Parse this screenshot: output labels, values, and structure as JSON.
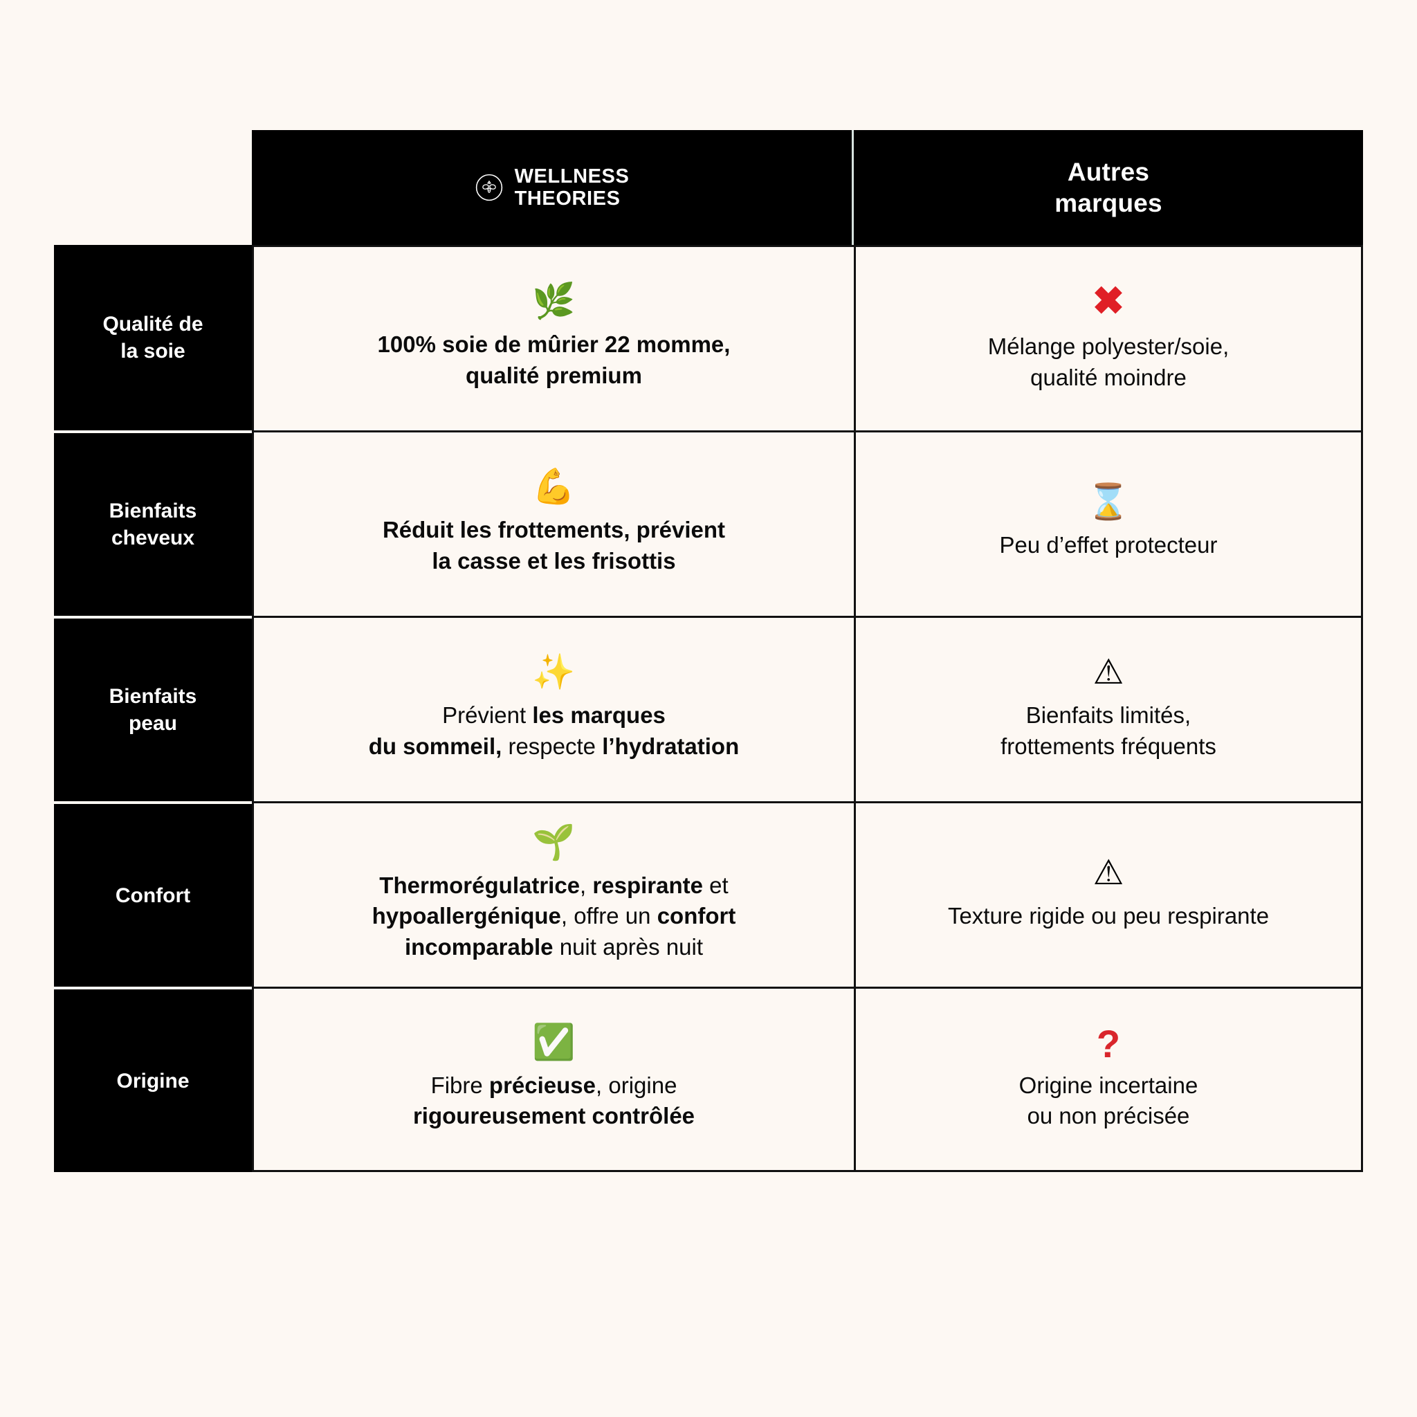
{
  "theme": {
    "background": "#fdf8f3",
    "ink": "#0b0b0b",
    "panel": "#000000",
    "panel_text": "#ffffff",
    "rule": "#111111",
    "header_divider": "#d7e2de",
    "red": "#e01f26",
    "green": "#1faa3d",
    "amber": "#f5bf18"
  },
  "header": {
    "brand": {
      "logo_icon": "bee-circle-icon",
      "name_line1": "WELLNESS",
      "name_line2": "THEORIES",
      "name": "WELLNESS\nTHEORIES"
    },
    "competitor": {
      "line1": "Autres",
      "line2": "marques",
      "label": "Autres\nmarques"
    }
  },
  "rows": [
    {
      "label": "Qualité de\nla soie",
      "label_line1": "Qualité de",
      "label_line2": "la soie",
      "brand": {
        "icon": "herb-leaf-emoji",
        "icon_glyph": "🌿",
        "text": "100% soie de mûrier 22 momme, qualité premium",
        "text_html": "100% soie de mûrier 22 momme,<br>qualité premium",
        "weight": "bold"
      },
      "other": {
        "icon": "red-cross-mark-icon",
        "icon_glyph": "✖",
        "text": "Mélange polyester/soie, qualité moindre",
        "text_html": "Mélange polyester/soie,<br>qualité moindre",
        "weight": "regular"
      }
    },
    {
      "label": "Bienfaits\ncheveux",
      "label_line1": "Bienfaits",
      "label_line2": "cheveux",
      "brand": {
        "icon": "flexed-biceps-emoji",
        "icon_glyph": "💪",
        "text": "Réduit les frottements, prévient la casse et les frisottis",
        "text_html": "Réduit les frottements, prévient<br>la casse et les frisottis",
        "weight": "bold"
      },
      "other": {
        "icon": "hourglass-emoji",
        "icon_glyph": "⌛",
        "text": "Peu d’effet protecteur",
        "text_html": "Peu d’effet protecteur",
        "weight": "regular"
      }
    },
    {
      "label": "Bienfaits\npeau",
      "label_line1": "Bienfaits",
      "label_line2": "peau",
      "brand": {
        "icon": "sparkles-emoji",
        "icon_glyph": "✨",
        "text": "Prévient les marques du sommeil, respecte l’hydratation",
        "text_html": "Prévient <b>les marques</b><br><b>du sommeil,</b> respecte <b>l’hydratation</b>",
        "weight": "mixed"
      },
      "other": {
        "icon": "warning-triangle-emoji",
        "icon_glyph": "⚠",
        "text": "Bienfaits limités, frottements fréquents",
        "text_html": "Bienfaits limités,<br>frottements fréquents",
        "weight": "regular"
      }
    },
    {
      "label": "Confort",
      "label_line1": "Confort",
      "label_line2": "",
      "brand": {
        "icon": "seedling-emoji",
        "icon_glyph": "🌱",
        "text": "Thermorégulatrice, respirante et hypoallergénique, offre un confort incomparable nuit après nuit",
        "text_html": "<b>Thermorégulatrice</b>, <b>respirante</b> et<br><b>hypoallergénique</b>, offre un <b>confort</b><br><b>incomparable</b> nuit après nuit",
        "weight": "mixed"
      },
      "other": {
        "icon": "warning-triangle-emoji",
        "icon_glyph": "⚠",
        "text": "Texture rigide ou peu respirante",
        "text_html": "Texture rigide ou peu respirante",
        "weight": "regular"
      }
    },
    {
      "label": "Origine",
      "label_line1": "Origine",
      "label_line2": "",
      "brand": {
        "icon": "green-check-mark-button-emoji",
        "icon_glyph": "✅",
        "text": "Fibre précieuse, origine rigoureusement contrôlée",
        "text_html": "Fibre <b>précieuse</b>, origine<br><b>rigoureusement contrôlée</b>",
        "weight": "mixed"
      },
      "other": {
        "icon": "red-question-mark-icon",
        "icon_glyph": "?",
        "text": "Origine incertaine ou non précisée",
        "text_html": "Origine incertaine<br>ou non précisée",
        "weight": "regular"
      }
    }
  ]
}
